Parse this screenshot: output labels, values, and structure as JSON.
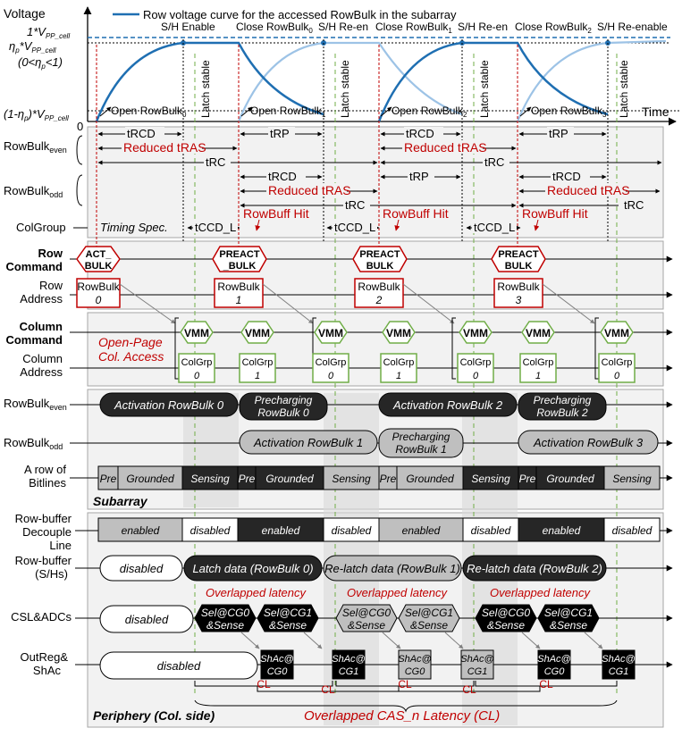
{
  "legend": "Row voltage curve for the accessed RowBulk in the subarray",
  "axis": {
    "voltage": "Voltage",
    "time": "Time",
    "zero": "0"
  },
  "y_labels": {
    "v1": "1*V",
    "v1_sub": "PP_cell",
    "vp": "η",
    "vp_sub": "p",
    "vp_mid": "*V",
    "vp_sub2": "PP_cell",
    "vp_range": "(0<η",
    "vp_range_sub": "p",
    "vp_range_end": "<1)",
    "vlow": "(1-η",
    "vlow_sub": "p",
    "vlow_end": ")*V",
    "vlow_sub2": "PP_cell"
  },
  "events": {
    "sh_enable": "S/H Enable",
    "close_rb0": "Close RowBulk",
    "sh_reen1": "S/H Re-en",
    "close_rb1": "Close RowBulk",
    "sh_reen2": "S/H Re-en",
    "close_rb2": "Close RowBulk",
    "sh_reenable": "S/H Re-enable"
  },
  "subs": {
    "s0": "0",
    "s1": "1",
    "s2": "2",
    "s3": "3",
    "even": "even",
    "odd": "odd"
  },
  "open_labels": [
    "Open RowBulk",
    "Open RowBulk",
    "Open RowBulk",
    "Open RowBulk"
  ],
  "latch_stable": "Latch stable",
  "timing": {
    "trcd": "tRCD",
    "trp": "tRP",
    "tras": "Reduced tRAS",
    "trc": "tRC",
    "tccd": "tCCD_L",
    "rowbuff_hit": "RowBuff Hit",
    "spec": "Timing Spec."
  },
  "row_labels": {
    "rowbulk": "RowBulk",
    "colgroup": "ColGroup",
    "row_command_1": "Row",
    "row_command_2": "Command",
    "row_address_1": "Row",
    "row_address_2": "Address",
    "col_command_1": "Column",
    "col_command_2": "Command",
    "col_address_1": "Column",
    "col_address_2": "Address",
    "bitlines_1": "A row of",
    "bitlines_2": "Bitlines",
    "rbdl_1": "Row-buffer",
    "rbdl_2": "Decouple",
    "rbdl_3": "Line",
    "rbsh_1": "Row-buffer",
    "rbsh_2": "(S/Hs)",
    "csl": "CSL&ADCs",
    "outreg_1": "OutReg&",
    "outreg_2": "ShAc"
  },
  "row_cmds": {
    "act_1": "ACT_",
    "act_2": "BULK",
    "pre_1": "PREACT",
    "pre_2": "_BULK",
    "pre_2b": "BULK"
  },
  "row_addr": {
    "name": "RowBulk",
    "n": [
      "0",
      "1",
      "2",
      "3"
    ]
  },
  "open_page": {
    "l1": "Open-Page",
    "l2": "Col. Access"
  },
  "vmm": "VMM",
  "colgrp": {
    "name": "ColGrp",
    "n": [
      "0",
      "1",
      "0",
      "1",
      "0",
      "1",
      "0"
    ]
  },
  "even_bars": [
    "Activation RowBulk 0",
    "Precharging",
    "RowBulk 0",
    "Activation RowBulk 2",
    "Precharging",
    "RowBulk 2"
  ],
  "odd_bars": [
    "Activation RowBulk 1",
    "Precharging",
    "RowBulk 1",
    "Activation RowBulk 3"
  ],
  "bitline_bars": {
    "pre": "Pre",
    "grounded": "Grounded",
    "sensing": "Sensing"
  },
  "subarray": "Subarray",
  "decouple": {
    "enabled": "enabled",
    "disabled": "disabled"
  },
  "sh_bars": [
    "disabled",
    "Latch data (RowBulk 0)",
    "Re-latch data (RowBulk 1)",
    "Re-latch data (RowBulk 2)"
  ],
  "overlapped_latency": "Overlapped latency",
  "csl_bars": {
    "disabled": "disabled",
    "sel0": "Sel@CG0",
    "sel1": "Sel@CG1",
    "sense": "&Sense"
  },
  "outreg": {
    "disabled": "disabled",
    "shac": "ShAc@",
    "cg0": "CG0",
    "cg1": "CG1"
  },
  "cl": "CL",
  "periphery": "Periphery (Col. side)",
  "cas_latency": "Overlapped CAS_n Latency (CL)",
  "colors": {
    "curve": "#1f6fb2",
    "curve_light": "#9dc3e6",
    "red": "#c00000",
    "green": "#70ad47",
    "dark": "#262626",
    "gray": "#bfbfbf",
    "panel": "#f2f2f2"
  }
}
